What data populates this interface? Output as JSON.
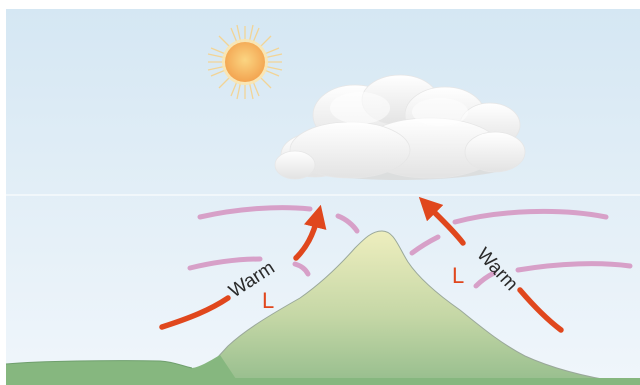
{
  "labels": {
    "warm_left": "Warm",
    "warm_right": "Warm",
    "low_left": "L",
    "low_right": "L"
  },
  "colors": {
    "sky_top": "#d6e8f4",
    "sky_bottom": "#f1f7fb",
    "warm_arrow": "#e0471d",
    "isobar": "#d7a0c8",
    "mountain_top": "#eeeebe",
    "mountain_bottom": "#98bf8f",
    "ground": "#86b77f",
    "sun_core": "#f6b85e",
    "sun_rays": "#f5d28c",
    "cloud": "#f2f2f2"
  },
  "icons": {
    "sun": "sun-icon",
    "cloud": "cloud-icon",
    "mountain": "mountain-icon"
  }
}
